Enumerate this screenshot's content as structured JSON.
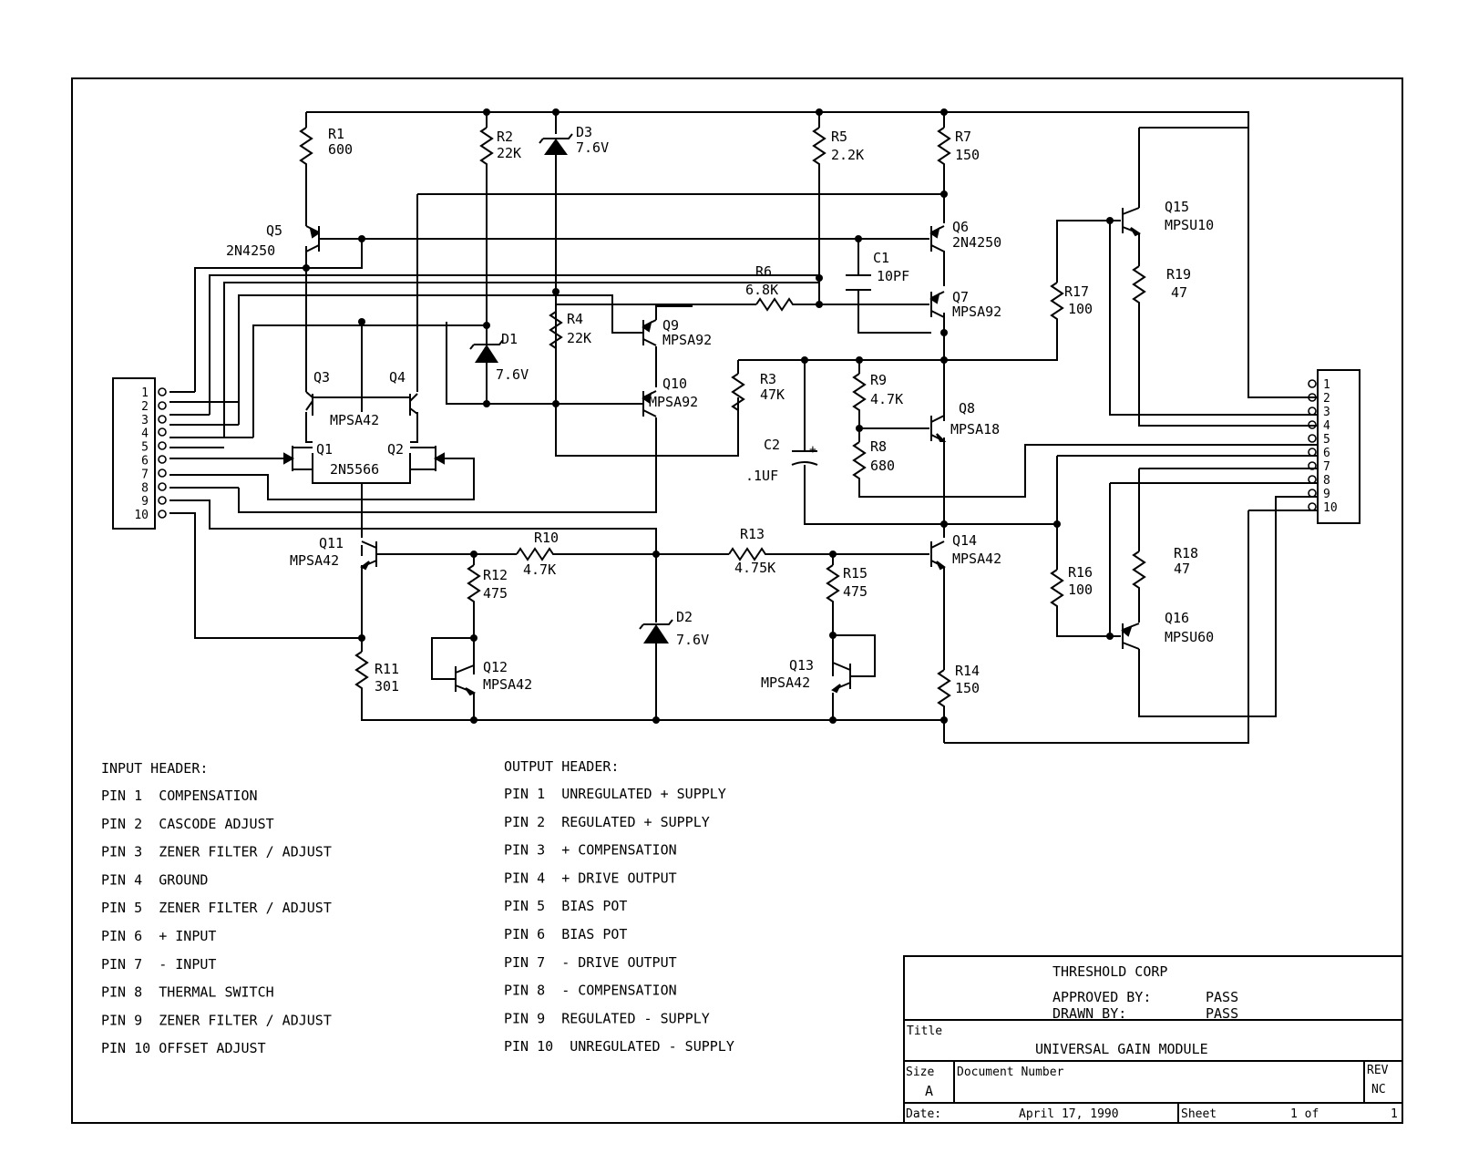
{
  "components": {
    "R1": [
      "R1",
      "600"
    ],
    "R2": [
      "R2",
      "22K"
    ],
    "D3": [
      "D3",
      "7.6V"
    ],
    "R5": [
      "R5",
      "2.2K"
    ],
    "R7": [
      "R7",
      "150"
    ],
    "Q15": [
      "Q15",
      "MPSU10"
    ],
    "R19": [
      "R19",
      "47"
    ],
    "Q5": [
      "Q5",
      "2N4250"
    ],
    "Q6": [
      "Q6",
      "2N4250"
    ],
    "C1": [
      "C1",
      "10PF"
    ],
    "R6": [
      "R6",
      "6.8K"
    ],
    "Q7": [
      "Q7",
      "MPSA92"
    ],
    "R17": [
      "R17",
      "100"
    ],
    "D1": [
      "D1",
      "7.6V"
    ],
    "R4": [
      "R4",
      "22K"
    ],
    "Q9": [
      "Q9",
      "MPSA92"
    ],
    "Q3": [
      "Q3"
    ],
    "Q4": [
      "Q4"
    ],
    "Q3Q4": [
      "MPSA42"
    ],
    "Q10": [
      "Q10",
      "MPSA92"
    ],
    "R3": [
      "R3",
      "47K"
    ],
    "R9": [
      "R9",
      "4.7K"
    ],
    "Q8": [
      "Q8",
      "MPSA18"
    ],
    "Q1": [
      "Q1"
    ],
    "Q2": [
      "Q2"
    ],
    "Q1Q2": [
      "2N5566"
    ],
    "C2": [
      "C2",
      ".1UF"
    ],
    "R8": [
      "R8",
      "680"
    ],
    "Q11": [
      "Q11",
      "MPSA42"
    ],
    "R10": [
      "R10",
      "4.7K"
    ],
    "R13": [
      "R13",
      "4.75K"
    ],
    "Q14": [
      "Q14",
      "MPSA42"
    ],
    "R16": [
      "R16",
      "100"
    ],
    "R18": [
      "R18",
      "47"
    ],
    "R12": [
      "R12",
      "475"
    ],
    "R15": [
      "R15",
      "475"
    ],
    "D2": [
      "D2",
      "7.6V"
    ],
    "Q16": [
      "Q16",
      "MPSU60"
    ],
    "Q12": [
      "Q12",
      "MPSA42"
    ],
    "Q13": [
      "Q13",
      "MPSA42"
    ],
    "R11": [
      "R11",
      "301"
    ],
    "R14": [
      "R14",
      "150"
    ]
  },
  "connector_pins": [
    "1",
    "2",
    "3",
    "4",
    "5",
    "6",
    "7",
    "8",
    "9",
    "10"
  ],
  "input_header": {
    "title": "INPUT HEADER:",
    "pins": [
      "PIN 1  COMPENSATION",
      "PIN 2  CASCODE ADJUST",
      "PIN 3  ZENER FILTER / ADJUST",
      "PIN 4  GROUND",
      "PIN 5  ZENER FILTER / ADJUST",
      "PIN 6  + INPUT",
      "PIN 7  - INPUT",
      "PIN 8  THERMAL SWITCH",
      "PIN 9  ZENER FILTER / ADJUST",
      "PIN 10 OFFSET ADJUST"
    ]
  },
  "output_header": {
    "title": "OUTPUT HEADER:",
    "pins": [
      "PIN 1  UNREGULATED + SUPPLY",
      "PIN 2  REGULATED + SUPPLY",
      "PIN 3  + COMPENSATION",
      "PIN 4  + DRIVE OUTPUT",
      "PIN 5  BIAS POT",
      "PIN 6  BIAS POT",
      "PIN 7  - DRIVE OUTPUT",
      "PIN 8  - COMPENSATION",
      "PIN 9  REGULATED - SUPPLY",
      "PIN 10  UNREGULATED - SUPPLY"
    ]
  },
  "title_block": {
    "company": "THRESHOLD CORP",
    "approved_label": "APPROVED BY:",
    "approved_value": "PASS",
    "drawn_label": "DRAWN BY:",
    "drawn_value": "PASS",
    "title_label": "Title",
    "title_value": "UNIVERSAL GAIN MODULE",
    "size_label": "Size",
    "size_value": "A",
    "docnum_label": "Document Number",
    "rev_label": "REV",
    "rev_value": "NC",
    "date_label": "Date:",
    "date_value": "April 17, 1990",
    "sheet_label": "Sheet",
    "sheet_value": "1 of",
    "sheet_total": "1"
  }
}
